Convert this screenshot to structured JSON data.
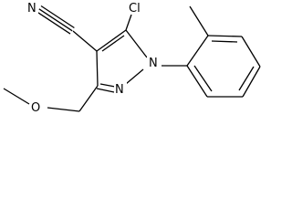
{
  "molecule": {
    "atom_labels": {
      "nitrile_n": "N",
      "chloro": "Cl",
      "ring_n1": "N",
      "ring_n2": "N",
      "ether_o": "O"
    }
  }
}
